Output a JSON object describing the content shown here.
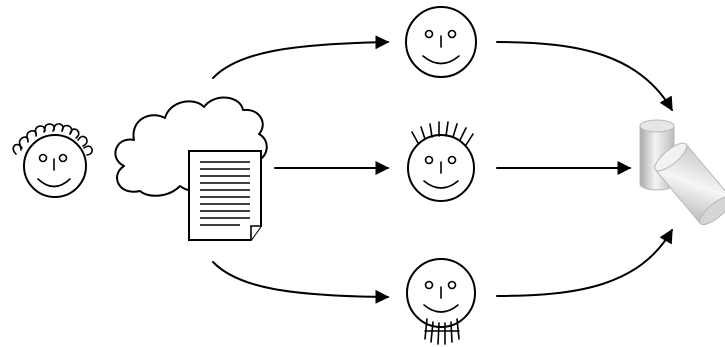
{
  "diagram": {
    "description_labels": [],
    "colors": {
      "line": "#000000",
      "background": "#ffffff",
      "cylinder_light": "#f4f4f4",
      "cylinder_mid": "#d8d8d8",
      "cylinder_dark": "#a9a9a9"
    },
    "nodes": [
      {
        "id": "author",
        "icon": "curly-hair-face-icon"
      },
      {
        "id": "idea-cloud",
        "icon": "thought-cloud-icon"
      },
      {
        "id": "document",
        "icon": "document-icon"
      },
      {
        "id": "reviewer-top",
        "icon": "smiley-face-icon"
      },
      {
        "id": "reviewer-middle",
        "icon": "spiky-hair-face-icon"
      },
      {
        "id": "reviewer-bottom",
        "icon": "bearded-face-icon"
      },
      {
        "id": "storage",
        "icon": "cylinders-icon"
      }
    ],
    "edges": [
      {
        "from": "document",
        "to": "reviewer-top"
      },
      {
        "from": "document",
        "to": "reviewer-middle"
      },
      {
        "from": "document",
        "to": "reviewer-bottom"
      },
      {
        "from": "reviewer-top",
        "to": "storage"
      },
      {
        "from": "reviewer-middle",
        "to": "storage"
      },
      {
        "from": "reviewer-bottom",
        "to": "storage"
      }
    ]
  }
}
